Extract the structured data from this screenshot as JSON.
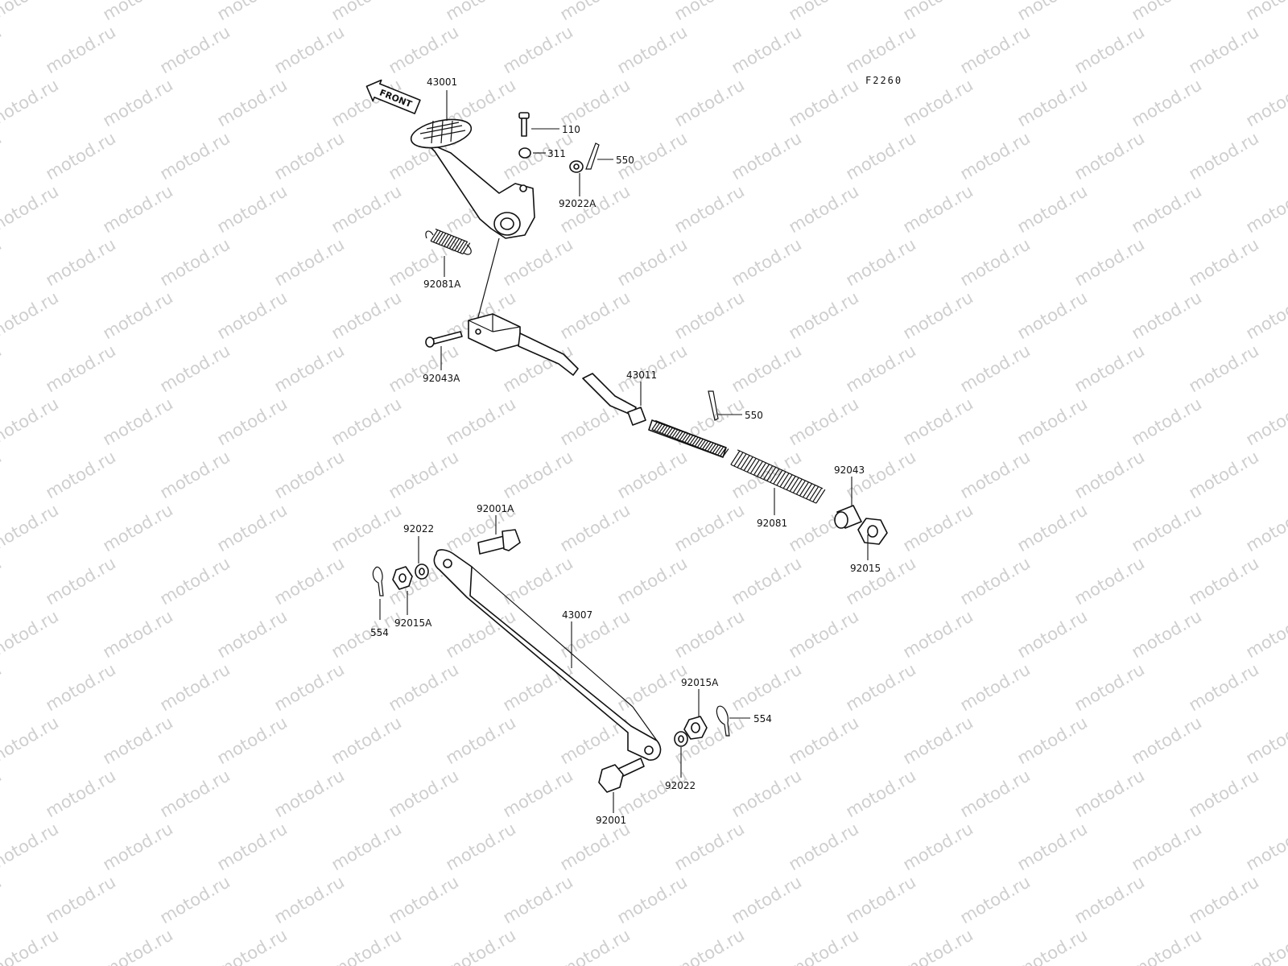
{
  "diagram": {
    "code": "F2260",
    "front_label": "FRONT",
    "watermark": "motod.ru",
    "callouts": [
      {
        "id": "c-43001",
        "text": "43001"
      },
      {
        "id": "c-110",
        "text": "110"
      },
      {
        "id": "c-311",
        "text": "311"
      },
      {
        "id": "c-550a",
        "text": "550"
      },
      {
        "id": "c-92022a",
        "text": "92022A"
      },
      {
        "id": "c-92081a",
        "text": "92081A"
      },
      {
        "id": "c-92043a",
        "text": "92043A"
      },
      {
        "id": "c-43011",
        "text": "43011"
      },
      {
        "id": "c-550b",
        "text": "550"
      },
      {
        "id": "c-92043",
        "text": "92043"
      },
      {
        "id": "c-92081",
        "text": "92081"
      },
      {
        "id": "c-92015",
        "text": "92015"
      },
      {
        "id": "c-92022-top",
        "text": "92022"
      },
      {
        "id": "c-92001a",
        "text": "92001A"
      },
      {
        "id": "c-92015a-left",
        "text": "92015A"
      },
      {
        "id": "c-554-left",
        "text": "554"
      },
      {
        "id": "c-43007",
        "text": "43007"
      },
      {
        "id": "c-92015a-right",
        "text": "92015A"
      },
      {
        "id": "c-554-right",
        "text": "554"
      },
      {
        "id": "c-92022-bottom",
        "text": "92022"
      },
      {
        "id": "c-92001",
        "text": "92001"
      }
    ]
  }
}
